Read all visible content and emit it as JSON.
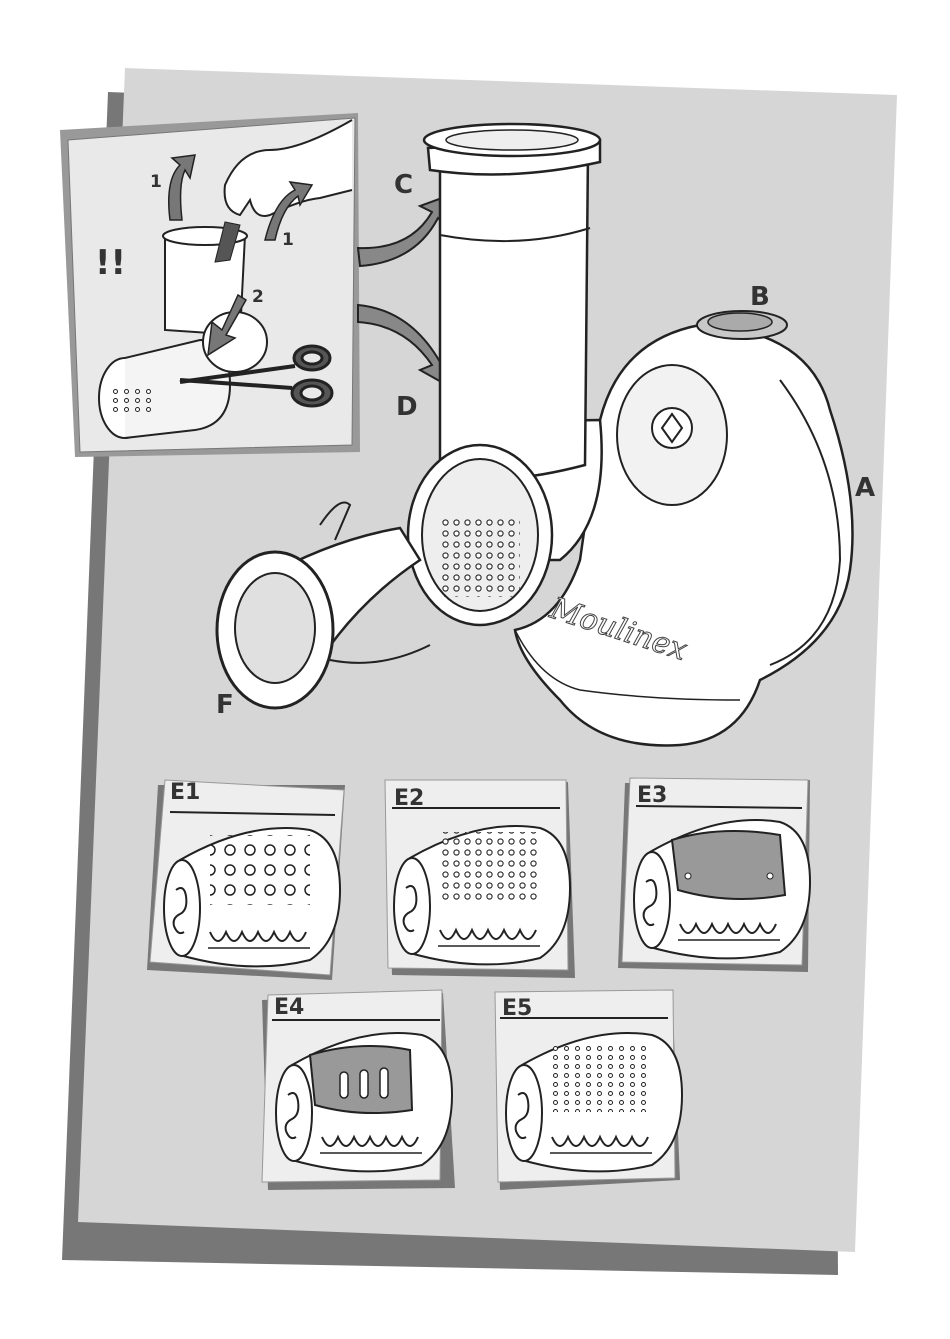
{
  "parts": {
    "A": "A",
    "B": "B",
    "C": "C",
    "D": "D",
    "F": "F"
  },
  "warning": {
    "mark": "!!",
    "step_1a": "1",
    "step_1b": "1",
    "step_2": "2"
  },
  "brand": "Moulinex",
  "drums": [
    {
      "label": "E1"
    },
    {
      "label": "E2"
    },
    {
      "label": "E3"
    },
    {
      "label": "E4"
    },
    {
      "label": "E5"
    }
  ]
}
